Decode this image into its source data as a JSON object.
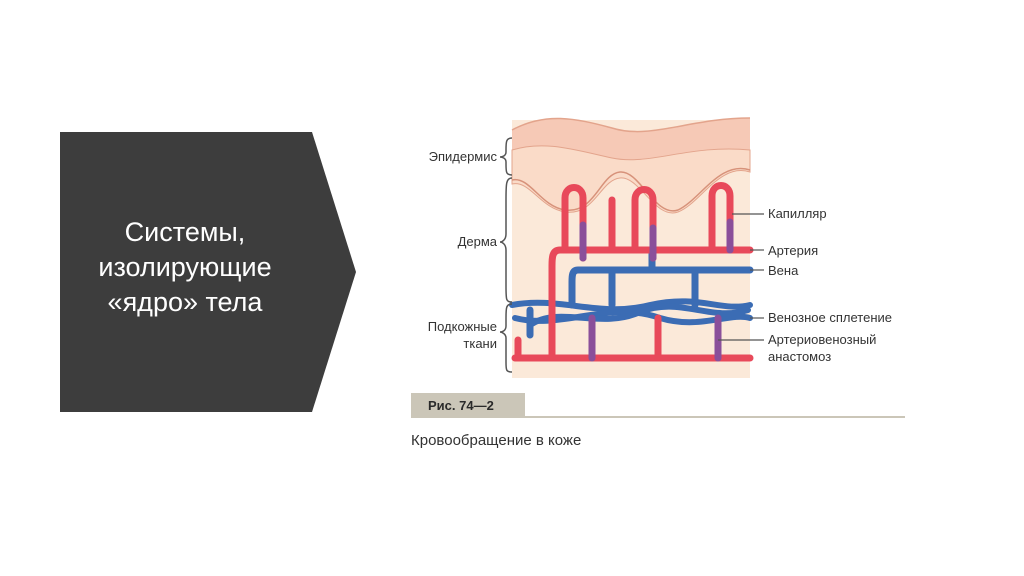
{
  "slide": {
    "title_lines": [
      "Системы,",
      "изолирующие",
      "«ядро» тела"
    ],
    "panel_color": "#3d3d3d"
  },
  "figure": {
    "layer_labels": {
      "epidermis": "Эпидермис",
      "dermis": "Дерма",
      "subcutaneous_line1": "Подкожные",
      "subcutaneous_line2": "ткани"
    },
    "vessel_labels": {
      "capillary": "Капилляр",
      "artery": "Артерия",
      "vein": "Вена",
      "venous_plexus": "Венозное сплетение",
      "av_anastomosis_line1": "Артериовенозный",
      "av_anastomosis_line2": "анастомоз"
    },
    "fig_number": "Рис. 74—2",
    "caption": "Кровообращение в коже",
    "colors": {
      "artery": "#e8495a",
      "vein": "#3b6cb4",
      "epidermis": "#f6c9b6",
      "dermis": "#fbe9d9"
    }
  }
}
